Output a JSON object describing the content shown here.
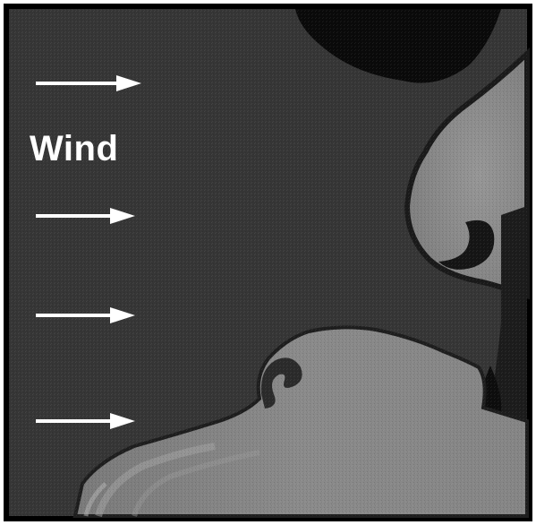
{
  "label": {
    "text": "Wind"
  },
  "arrows": {
    "count": 4,
    "direction": "right",
    "color": "#ffffff"
  },
  "colors": {
    "background": "#343434",
    "plume_light": "#8c8c8c",
    "plume_mid": "#6e6e6e",
    "dark_region": "#0a0a0a",
    "border": "#000000"
  }
}
